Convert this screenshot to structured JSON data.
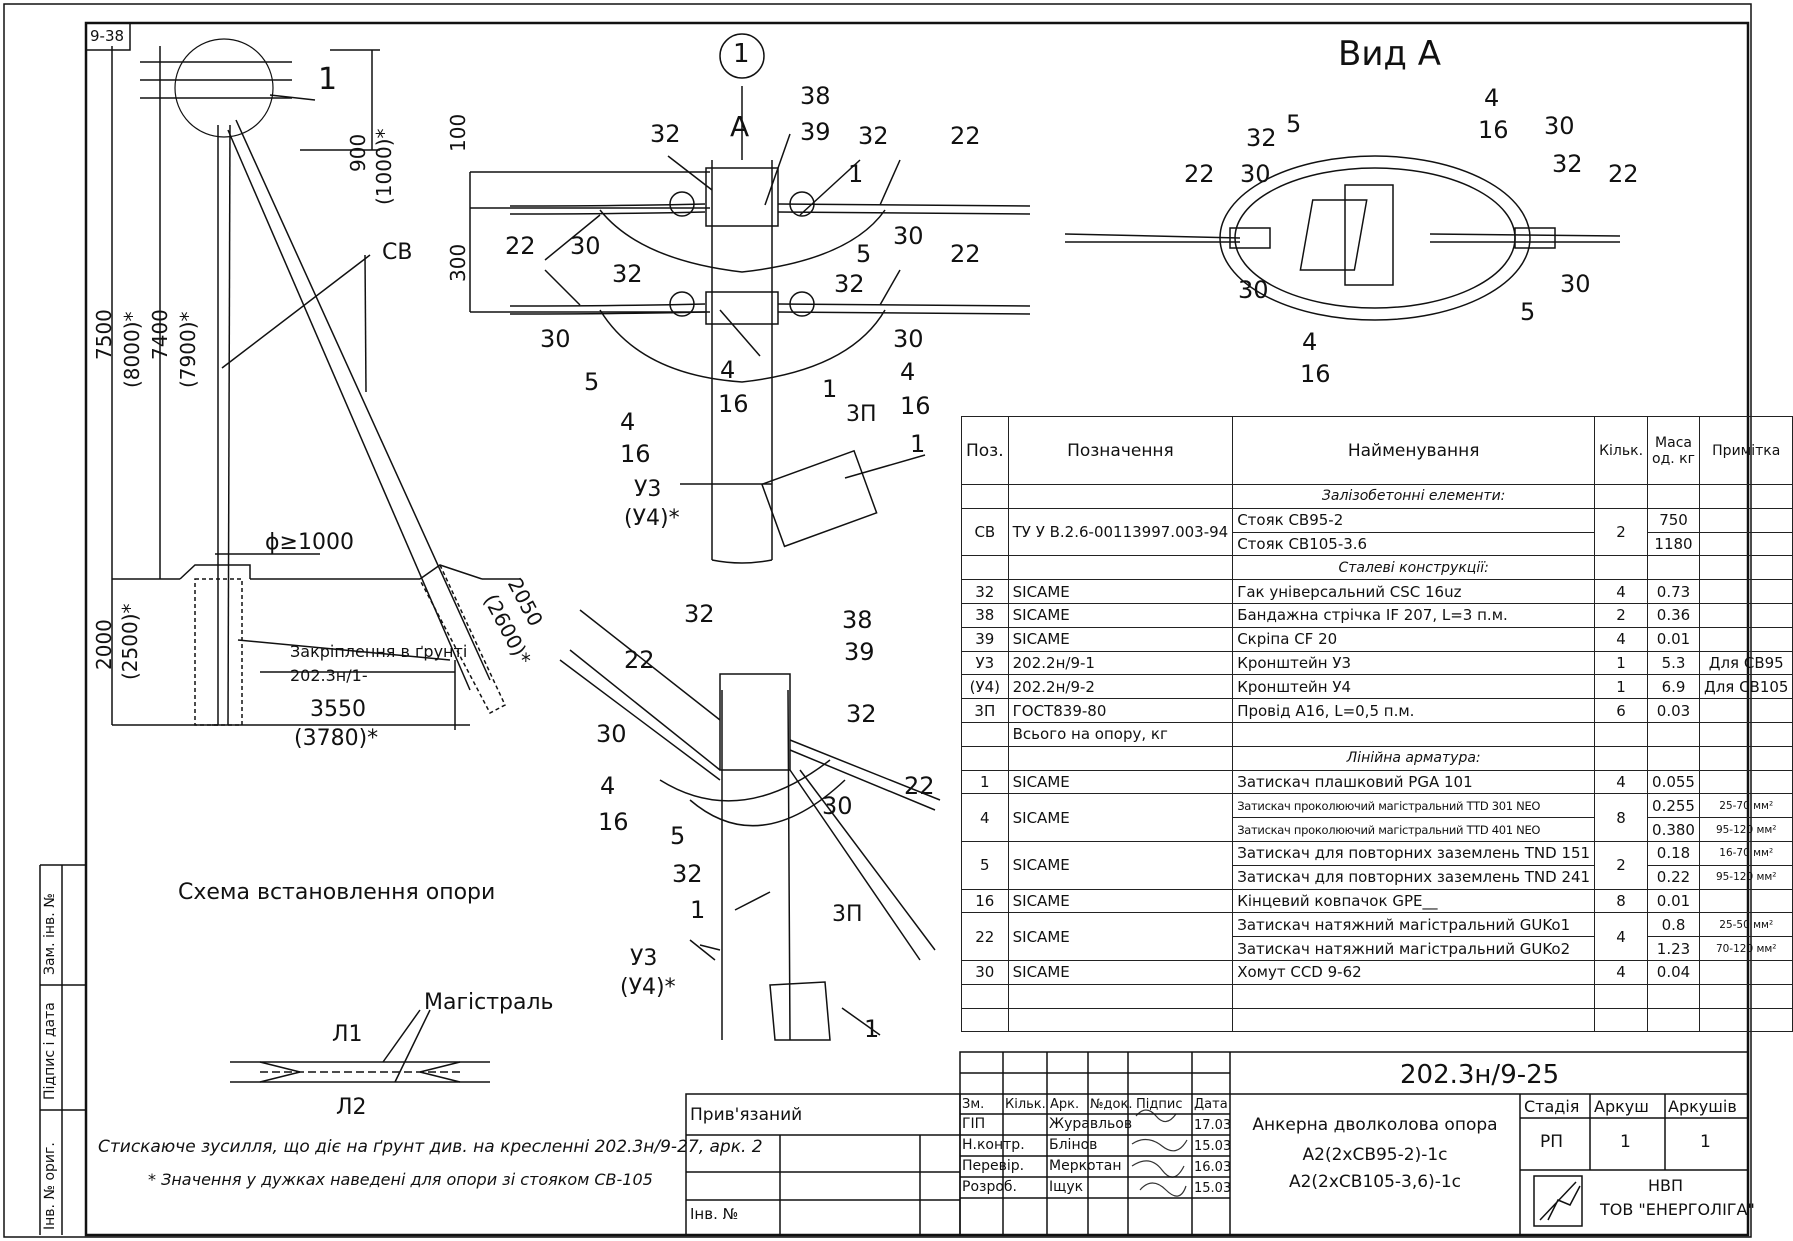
{
  "sheet_ref": "9-38",
  "main_view_label": "1",
  "view_a_title": "Вид А",
  "arrow_label": "А",
  "install_scheme_title": "Схема встановлення опори",
  "main_line_label": "Магістраль",
  "line_l1": "Л1",
  "line_l2": "Л2",
  "note_compressive": "Стискаюче зусилля, що діє на ґрунт див. на кресленні 202.3н/9-27, арк. 2",
  "note_brackets": "* Значення у дужках наведені для опори зі стояком СВ-105",
  "dimensions": {
    "h_total": "7500",
    "h_total_alt": "(8000)*",
    "h_pole": "7400",
    "h_pole_alt": "(7900)*",
    "top": "900",
    "top_alt": "(1000)*",
    "depth": "2000",
    "depth_alt": "(2500)*",
    "pit": "ϕ≥1000",
    "span": "3550",
    "span_alt": "(3780)*",
    "strut": "2050",
    "strut_alt": "(2600)*",
    "d100": "100",
    "d300": "300"
  },
  "labels": {
    "sv": "СВ",
    "anchoring": "Закріплення в ґрунті",
    "anchoring_ref": "202.3н/1-",
    "u3": "У3",
    "u4": "(У4)*",
    "zp": "3П",
    "callout_1": "1",
    "callouts": [
      "32",
      "38",
      "39",
      "22",
      "30",
      "5",
      "4",
      "16",
      "1",
      "32"
    ]
  },
  "left_stamp": {
    "inv_orig": "Інв. № ориг.",
    "sign_date": "Підпис і дата",
    "replace_inv": "Зам. інв. №"
  },
  "spec_table": {
    "headers": [
      "Поз.",
      "Позначення",
      "Найменування",
      "Кільк.",
      "Маса од. кг",
      "Примітка"
    ],
    "rows": [
      {
        "type": "section",
        "name": "Залізобетонні елементи:"
      },
      {
        "pos": "СВ",
        "code": "ТУ У В.2.6-00113997.003-94",
        "items": [
          {
            "name": "Стояк СВ95-2",
            "mass": "750"
          },
          {
            "name": "Стояк СВ105-3.6",
            "mass": "1180"
          }
        ],
        "qty": "2"
      },
      {
        "type": "section",
        "name": "Сталеві конструкції:"
      },
      {
        "pos": "32",
        "code": "SICAME",
        "name": "Гак універсальний CSC 16uz",
        "qty": "4",
        "mass": "0.73",
        "note": ""
      },
      {
        "pos": "38",
        "code": "SICAME",
        "name": "Бандажна стрічка IF 207, L=3 п.м.",
        "qty": "2",
        "mass": "0.36",
        "note": ""
      },
      {
        "pos": "39",
        "code": "SICAME",
        "name": "Скріпа CF 20",
        "qty": "4",
        "mass": "0.01",
        "note": ""
      },
      {
        "pos": "У3",
        "code": "202.2н/9-1",
        "name": "Кронштейн У3",
        "qty": "1",
        "mass": "5.3",
        "note": "Для СВ95"
      },
      {
        "pos": "(У4)",
        "code": "202.2н/9-2",
        "name": "Кронштейн У4",
        "qty": "1",
        "mass": "6.9",
        "note": "Для СВ105"
      },
      {
        "pos": "3П",
        "code": "ГОСТ839-80",
        "name": "Провід А16, L=0,5 п.м.",
        "qty": "6",
        "mass": "0.03",
        "note": ""
      },
      {
        "pos": "",
        "code": "Всього на опору, кг",
        "name": "",
        "qty": "",
        "mass": "",
        "note": ""
      },
      {
        "type": "section",
        "name": "Лінійна арматура:"
      },
      {
        "pos": "1",
        "code": "SICAME",
        "name": "Затискач плашковий PGA 101",
        "qty": "4",
        "mass": "0.055",
        "note": ""
      },
      {
        "pos": "4",
        "code": "SICAME",
        "items": [
          {
            "name": "Затискач проколюючий магістральний TTD 301 NEO",
            "mass": "0.255",
            "note": "25-70 мм²"
          },
          {
            "name": "Затискач проколюючий магістральний TTD 401 NEO",
            "mass": "0.380",
            "note": "95-120 мм²"
          }
        ],
        "qty": "8"
      },
      {
        "pos": "5",
        "code": "SICAME",
        "items": [
          {
            "name": "Затискач для повторних заземлень TND 151",
            "mass": "0.18",
            "note": "16-70 мм²"
          },
          {
            "name": "Затискач для повторних заземлень TND 241",
            "mass": "0.22",
            "note": "95-120 мм²"
          }
        ],
        "qty": "2"
      },
      {
        "pos": "16",
        "code": "SICAME",
        "name": "Кінцевий ковпачок GPE__",
        "qty": "8",
        "mass": "0.01",
        "note": ""
      },
      {
        "pos": "22",
        "code": "SICAME",
        "items": [
          {
            "name": "Затискач натяжний магістральний GUKo1",
            "mass": "0.8",
            "note": "25-50 мм²"
          },
          {
            "name": "Затискач натяжний магістральний GUKo2",
            "mass": "1.23",
            "note": "70-120 мм²"
          }
        ],
        "qty": "4"
      },
      {
        "pos": "30",
        "code": "SICAME",
        "name": "Хомут CCD 9-62",
        "qty": "4",
        "mass": "0.04",
        "note": ""
      }
    ]
  },
  "title_block": {
    "doc_number": "202.3н/9-25",
    "bound_label": "Прив'язаний",
    "inv_label": "Інв. №",
    "rev_headers": [
      "Зм.",
      "Кільк.",
      "Арк.",
      "№док.",
      "Підпис",
      "Дата"
    ],
    "signers": [
      {
        "role": "ГІП",
        "name": "Журавльов",
        "date": "17.03"
      },
      {
        "role": "Н.контр.",
        "name": "Блінов",
        "date": "15.03"
      },
      {
        "role": "Перевір.",
        "name": "Меркотан",
        "date": "16.03"
      },
      {
        "role": "Розроб.",
        "name": "Іщук",
        "date": "15.03"
      }
    ],
    "drawing_title": [
      "Анкерна дволколова опора",
      "А2(2хСВ95-2)-1с",
      "А2(2хСВ105-3,6)-1с"
    ],
    "stage_label": "Стадія",
    "sheet_label": "Аркуш",
    "sheets_label": "Аркушів",
    "stage": "РП",
    "sheet": "1",
    "sheets": "1",
    "org_line1": "НВП",
    "org_line2": "ТОВ \"ЕНЕРГОЛІГА\""
  }
}
